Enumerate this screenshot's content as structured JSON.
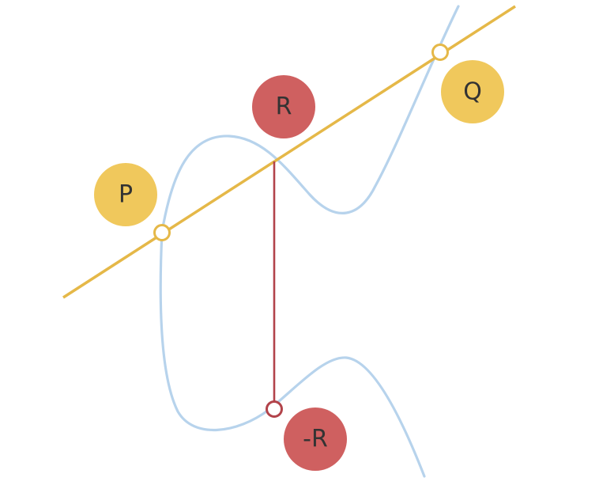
{
  "colors": {
    "background": "#ffffff",
    "curve": "#b7d3ec",
    "secant_line": "#e5b848",
    "reflection_line": "#b2434a",
    "point_badge": "#f0c85c",
    "result_badge": "#cf6060",
    "badge_text": "#333333"
  },
  "labels": {
    "p": "P",
    "q": "Q",
    "r": "R",
    "neg_r": "-R"
  },
  "icons": {
    "elliptic_curve": "elliptic-curve",
    "secant": "straight-line",
    "reflection": "vertical-line",
    "marker": "hollow-circle"
  }
}
